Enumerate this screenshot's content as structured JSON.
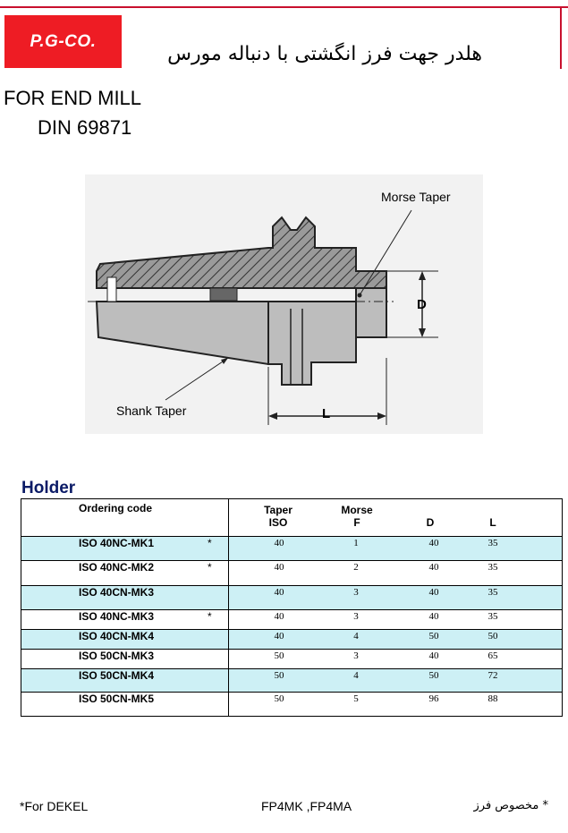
{
  "header": {
    "logo_text": "P.G-CO.",
    "title_fa": "هلدر جهت فرز انگشتی با دنباله مورس",
    "line1": "FOR END MILL",
    "line2": "DIN 69871"
  },
  "drawing": {
    "label_morse": "Morse Taper",
    "label_shank": "Shank Taper",
    "label_d": "D",
    "label_l": "L"
  },
  "table": {
    "title": "Holder",
    "headers": {
      "code": "Ordering  code",
      "taper_1": "Taper",
      "taper_2": "ISO",
      "morse_1": "Morse",
      "morse_2": "F",
      "d": "D",
      "l": "L"
    },
    "rows": [
      {
        "code": "ISO 40NC-MK1",
        "star": "*",
        "iso": "40",
        "f": "1",
        "d": "40",
        "l": "35"
      },
      {
        "code": "ISO 40NC-MK2",
        "star": "*",
        "iso": "40",
        "f": "2",
        "d": "40",
        "l": "35"
      },
      {
        "code": "ISO 40CN-MK3",
        "star": "",
        "iso": "40",
        "f": "3",
        "d": "40",
        "l": "35"
      },
      {
        "code": "ISO 40NC-MK3",
        "star": "*",
        "iso": "40",
        "f": "3",
        "d": "40",
        "l": "35"
      },
      {
        "code": "ISO 40CN-MK4",
        "star": "",
        "iso": "40",
        "f": "4",
        "d": "50",
        "l": "50"
      },
      {
        "code": "ISO 50CN-MK3",
        "star": "",
        "iso": "50",
        "f": "3",
        "d": "40",
        "l": "65"
      },
      {
        "code": "ISO 50CN-MK4",
        "star": "",
        "iso": "50",
        "f": "4",
        "d": "50",
        "l": "72"
      },
      {
        "code": "ISO 50CN-MK5",
        "star": "",
        "iso": "50",
        "f": "5",
        "d": "96",
        "l": "88"
      }
    ]
  },
  "footer": {
    "left": "*For DEKEL",
    "center": "FP4MK  ,FP4MA",
    "right": "* مخصوص فرز"
  }
}
